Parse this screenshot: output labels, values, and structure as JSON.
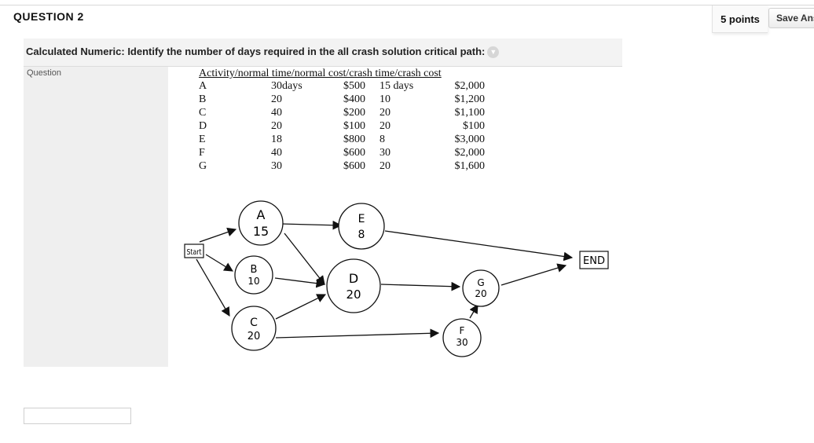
{
  "header": {
    "question_title": "QUESTION 2",
    "points": "5 points",
    "save_label": "Save Ans"
  },
  "prompt": {
    "text": "Calculated Numeric: Identify the number of days required in the all crash solution critical path:",
    "section_label": "Question"
  },
  "table": {
    "header": "Activity/normal time/normal cost/crash time/crash cost",
    "rows": [
      {
        "activity": "A",
        "normal_time": "30days",
        "normal_cost": "$500",
        "crash_time": "15 days",
        "crash_cost": "$2,000"
      },
      {
        "activity": "B",
        "normal_time": "20",
        "normal_cost": "$400",
        "crash_time": "10",
        "crash_cost": "$1,200"
      },
      {
        "activity": "C",
        "normal_time": "40",
        "normal_cost": "$200",
        "crash_time": "20",
        "crash_cost": "$1,100"
      },
      {
        "activity": "D",
        "normal_time": "20",
        "normal_cost": "$100",
        "crash_time": "20",
        "crash_cost": "$100"
      },
      {
        "activity": "E",
        "normal_time": "18",
        "normal_cost": "$800",
        "crash_time": "8",
        "crash_cost": "$3,000"
      },
      {
        "activity": "F",
        "normal_time": "40",
        "normal_cost": "$600",
        "crash_time": "30",
        "crash_cost": "$2,000"
      },
      {
        "activity": "G",
        "normal_time": "30",
        "normal_cost": "$600",
        "crash_time": "20",
        "crash_cost": "$1,600"
      }
    ]
  },
  "diagram": {
    "start_label": "Start",
    "end_label": "END",
    "nodes": [
      {
        "id": "A",
        "letter": "A",
        "value": "15"
      },
      {
        "id": "B",
        "letter": "B",
        "value": "10"
      },
      {
        "id": "C",
        "letter": "C",
        "value": "20"
      },
      {
        "id": "D",
        "letter": "D",
        "value": "20"
      },
      {
        "id": "E",
        "letter": "E",
        "value": "8"
      },
      {
        "id": "F",
        "letter": "F",
        "value": "30"
      },
      {
        "id": "G",
        "letter": "G",
        "value": "20"
      }
    ]
  },
  "answer": {
    "value": ""
  }
}
